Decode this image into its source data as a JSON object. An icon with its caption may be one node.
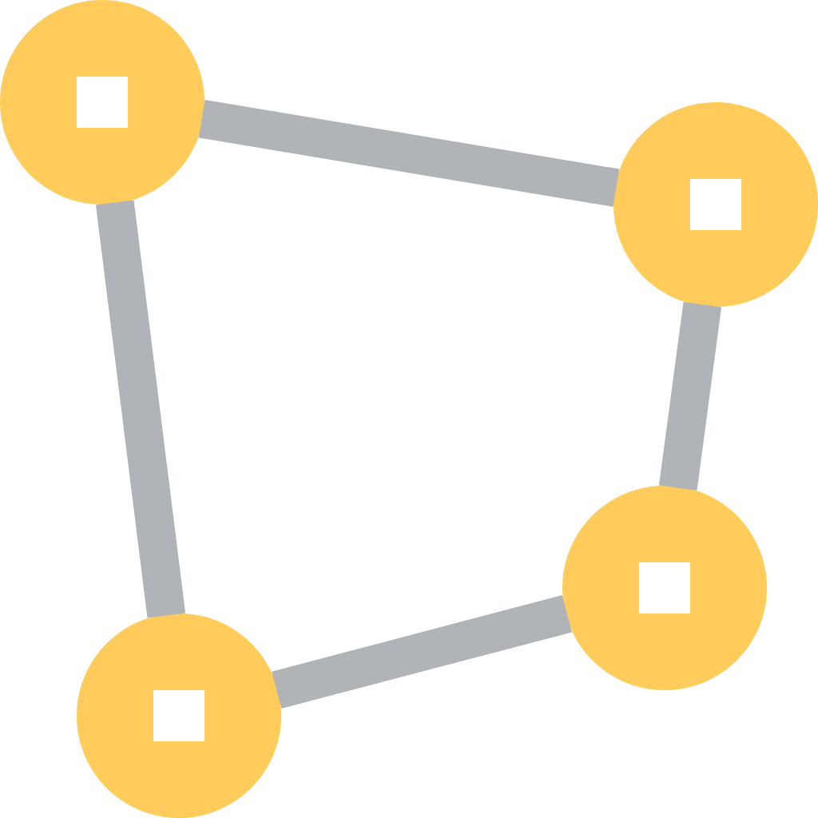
{
  "diagram": {
    "nodes": [
      {
        "text": [],
        "shape": "circle"
      },
      {
        "text": [],
        "shape": "circle"
      },
      {
        "text": [],
        "shape": "circle"
      },
      {
        "text": [],
        "shape": "circle"
      }
    ],
    "edges": [
      {
        "from": 0,
        "to": 1,
        "arrow": "none"
      },
      {
        "from": 1,
        "to": 2,
        "arrow": "none"
      },
      {
        "from": 2,
        "to": 3,
        "arrow": "none"
      },
      {
        "from": 3,
        "to": 0,
        "arrow": "none"
      }
    ]
  }
}
